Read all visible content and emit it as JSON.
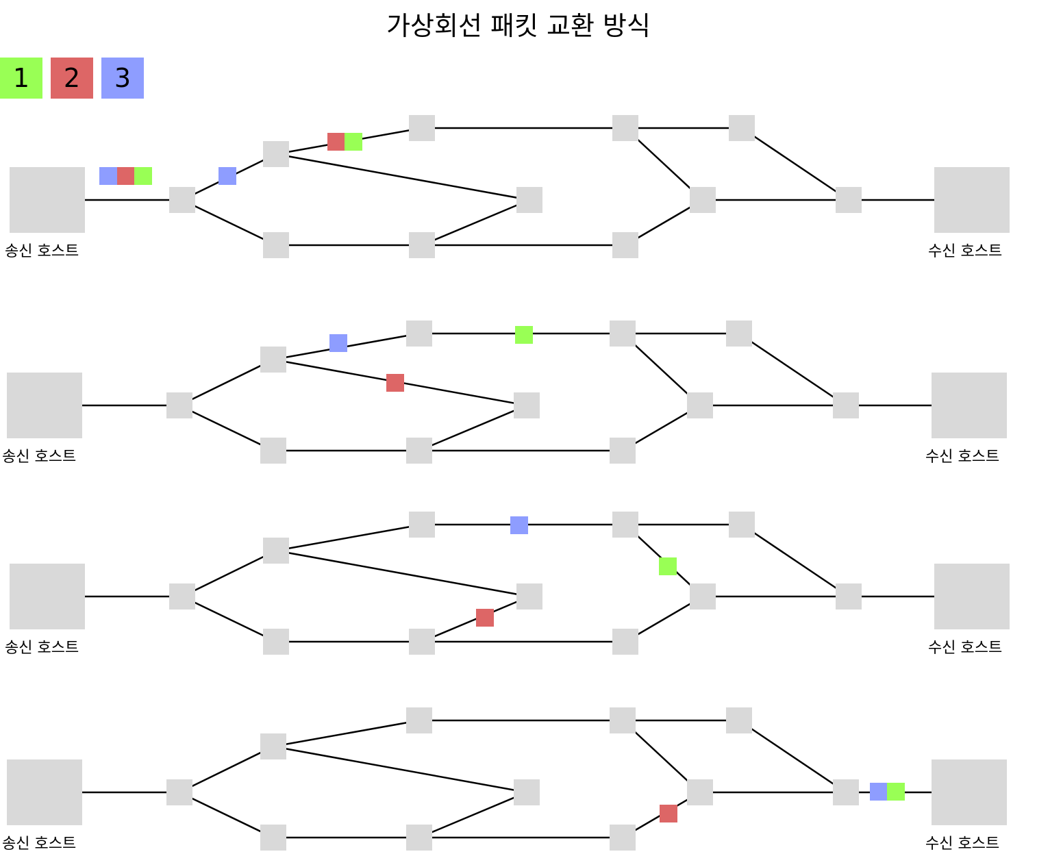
{
  "title": "가상회선 패킷 교환 방식",
  "colors": {
    "node": "#d9d9d9",
    "link": "#000000",
    "packet1": "#99ff55",
    "packet2": "#dd6666",
    "packet3": "#8e9dff"
  },
  "legend": [
    {
      "id": 1,
      "label": "1",
      "color": "#99ff55"
    },
    {
      "id": 2,
      "label": "2",
      "color": "#dd6666"
    },
    {
      "id": 3,
      "label": "3",
      "color": "#8e9dff"
    }
  ],
  "panels": [
    {
      "sender_label": "송신 호스트",
      "receiver_label": "수신 호스트"
    },
    {
      "sender_label": "송신 호스트",
      "receiver_label": "수신 호스트"
    },
    {
      "sender_label": "송신 호스트",
      "receiver_label": "수신 호스트"
    },
    {
      "sender_label": "송신 호스트",
      "receiver_label": "수신 호스트"
    }
  ]
}
